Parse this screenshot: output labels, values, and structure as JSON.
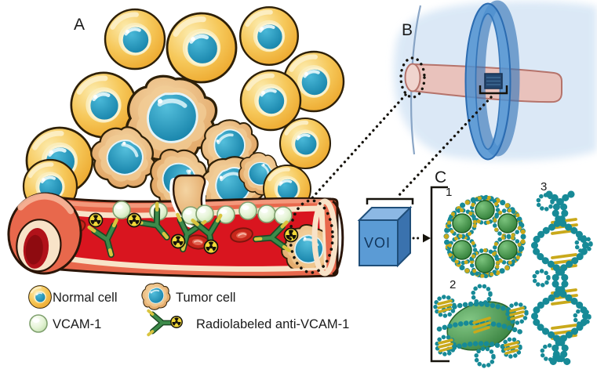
{
  "panels": {
    "a": {
      "label": "A"
    },
    "b": {
      "label": "B"
    },
    "c": {
      "label": "C",
      "voi": {
        "label": "VOI"
      },
      "structures": [
        {
          "number": "1",
          "name": "nanoparticle-ring"
        },
        {
          "number": "2",
          "name": "nanoparticle-ellipsoid"
        },
        {
          "number": "3",
          "name": "molecular-fiber"
        }
      ]
    }
  },
  "legend": {
    "items": [
      {
        "icon": "normal-cell-icon",
        "label": "Normal cell"
      },
      {
        "icon": "tumor-cell-icon",
        "label": "Tumor cell"
      },
      {
        "icon": "vcam1-icon",
        "label": "VCAM-1"
      },
      {
        "icon": "radiolabeled-antibody-icon",
        "label": "Radiolabeled anti-VCAM-1"
      }
    ]
  },
  "colors": {
    "normal_cell_yellow": "#F6C85A",
    "nucleus_teal": "#1F96B8",
    "tumor_tan": "#E0A260",
    "vessel_wall_coral": "#E8684C",
    "vessel_lumen_red": "#D9151F",
    "vcam_pale_green": "#E6F4D8",
    "antibody_green": "#3C8A4A",
    "radiation_yellow": "#F2D838",
    "scanner_ring_blue": "#4E90D0",
    "scanner_bore_blue": "#D8E7F6",
    "sample_rod_pink": "#E9C2BC",
    "voi_cube_blue": "#5B9BD5",
    "molecule_teal": "#178A97",
    "molecule_yellow": "#C9A91B",
    "molecule_green": "#3FA047"
  }
}
